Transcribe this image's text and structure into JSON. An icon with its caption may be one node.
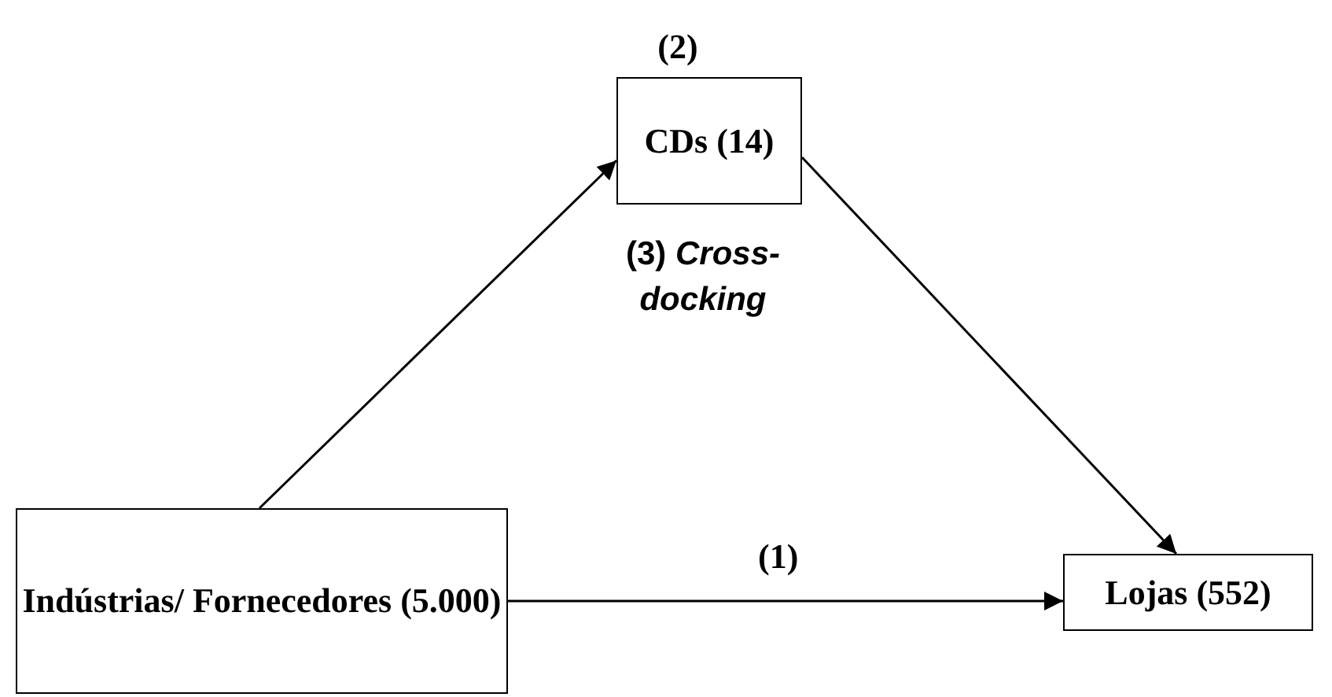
{
  "diagram": {
    "nodes": [
      {
        "text": [
          "Indústrias/ Fornecedores (5.000)"
        ]
      },
      {
        "text": [
          "CDs (14)"
        ],
        "beside": [
          "(2)"
        ]
      },
      {
        "text": [
          "Lojas (552)"
        ]
      }
    ],
    "edges": [
      {
        "from": 0,
        "to": 1,
        "arrow": "to"
      },
      {
        "from": 1,
        "to": 2,
        "arrow": "to"
      },
      {
        "from": 0,
        "to": 2,
        "arrow": "to",
        "label": "(1)"
      }
    ],
    "labels": [
      "(3) *Cross-docking*"
    ]
  }
}
